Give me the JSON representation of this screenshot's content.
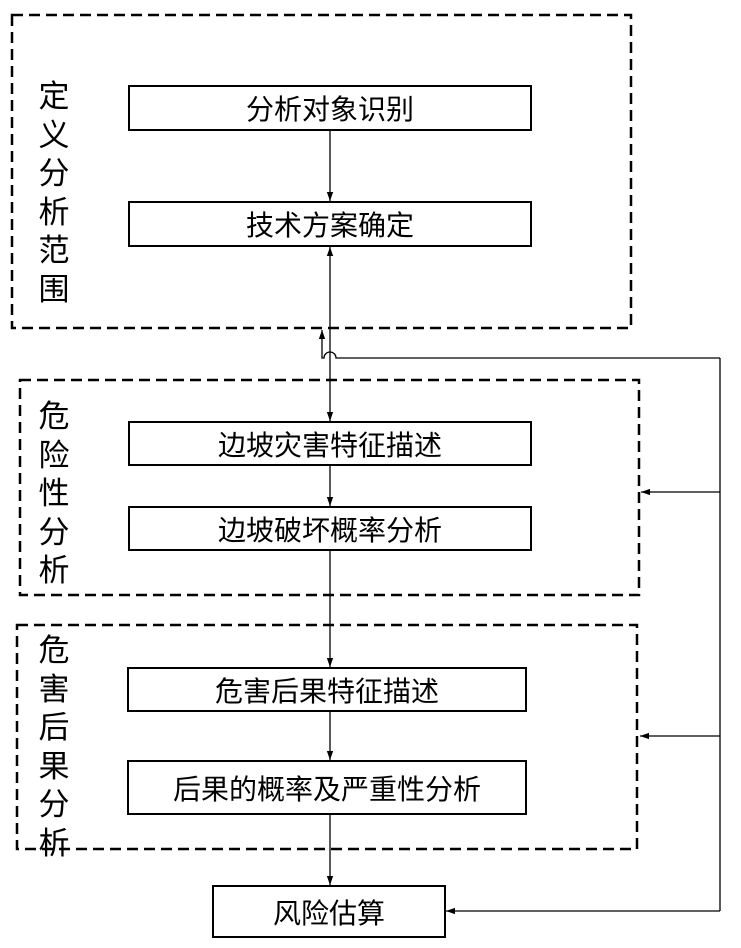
{
  "groups": {
    "define_scope": {
      "label": "定义分析范围"
    },
    "hazard_analysis": {
      "label": "危险性分析"
    },
    "consequence_analysis": {
      "label": "危害后果分析"
    }
  },
  "nodes": {
    "object_identification": "分析对象识别",
    "scheme_determination": "技术方案确定",
    "hazard_description": "边坡灾害特征描述",
    "failure_probability": "边坡破坏概率分析",
    "consequence_description": "危害后果特征描述",
    "consequence_probability": "后果的概率及严重性分析",
    "risk_estimation": "风险估算"
  }
}
